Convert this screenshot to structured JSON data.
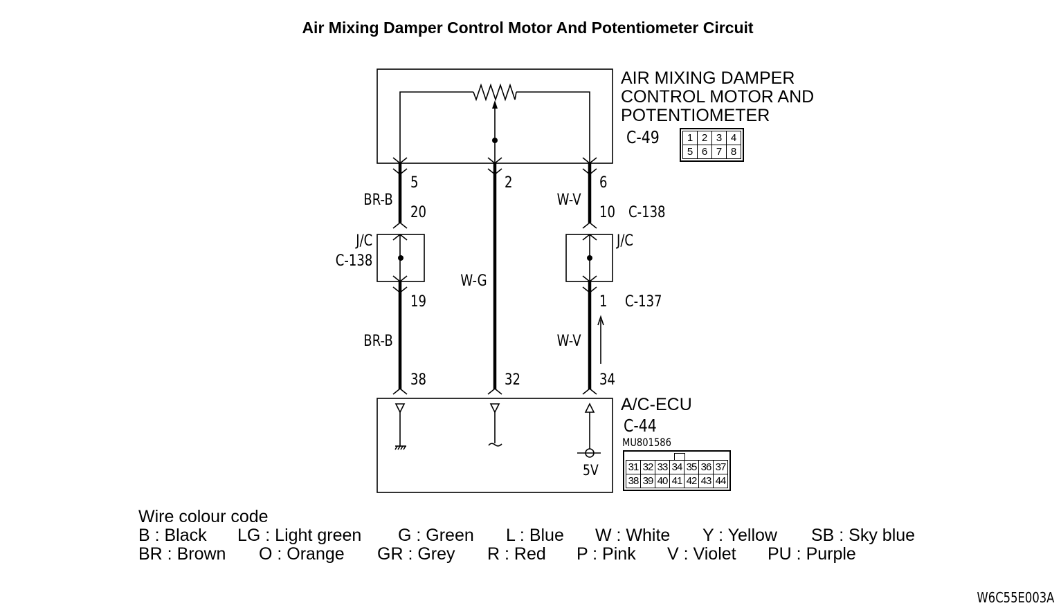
{
  "title": "Air Mixing Damper Control Motor And Potentiometer Circuit",
  "components": {
    "motor": {
      "name_lines": [
        "AIR MIXING DAMPER",
        "CONTROL MOTOR AND",
        "POTENTIOMETER"
      ],
      "connector": "C-49",
      "connector_pins": [
        [
          "1",
          "2",
          "3",
          "4"
        ],
        [
          "5",
          "6",
          "7",
          "8"
        ]
      ],
      "symbol": "potentiometer"
    },
    "ecu": {
      "name": "A/C-ECU",
      "connector": "C-44",
      "part_number": "MU801586",
      "connector_pins": [
        [
          "31",
          "32",
          "33",
          "34",
          "35",
          "36",
          "37"
        ],
        [
          "38",
          "39",
          "40",
          "41",
          "42",
          "43",
          "44"
        ]
      ],
      "supply_label": "5V"
    }
  },
  "wires": [
    {
      "id": "left",
      "upper_color": "BR-B",
      "lower_color": "BR-B",
      "pins": {
        "motor": "5",
        "jc_in": "20",
        "jc_out": "19",
        "ecu": "38"
      },
      "jc": {
        "label": "J/C",
        "connector": "C-138"
      },
      "ecu_terminal": "ground"
    },
    {
      "id": "middle",
      "color": "W-G",
      "pins": {
        "motor": "2",
        "ecu": "32"
      },
      "ecu_terminal": "signal"
    },
    {
      "id": "right",
      "upper_color": "W-V",
      "lower_color": "W-V",
      "pins": {
        "motor": "6",
        "jc_in": "10",
        "jc_out": "1",
        "ecu": "34"
      },
      "jc_in_connector": "C-138",
      "jc": {
        "label": "J/C"
      },
      "jc_out_connector": "C-137",
      "current_direction": "up",
      "ecu_terminal": "5V supply"
    }
  ],
  "legend": {
    "heading": "Wire colour code",
    "row1": [
      "B : Black",
      "LG : Light green",
      "G : Green",
      "L : Blue",
      "W : White",
      "Y : Yellow",
      "SB : Sky blue"
    ],
    "row2": [
      "BR : Brown",
      "O : Orange",
      "GR : Grey",
      "R : Red",
      "P : Pink",
      "V : Violet",
      "PU : Purple"
    ]
  },
  "figure_code": "W6C55E003A"
}
